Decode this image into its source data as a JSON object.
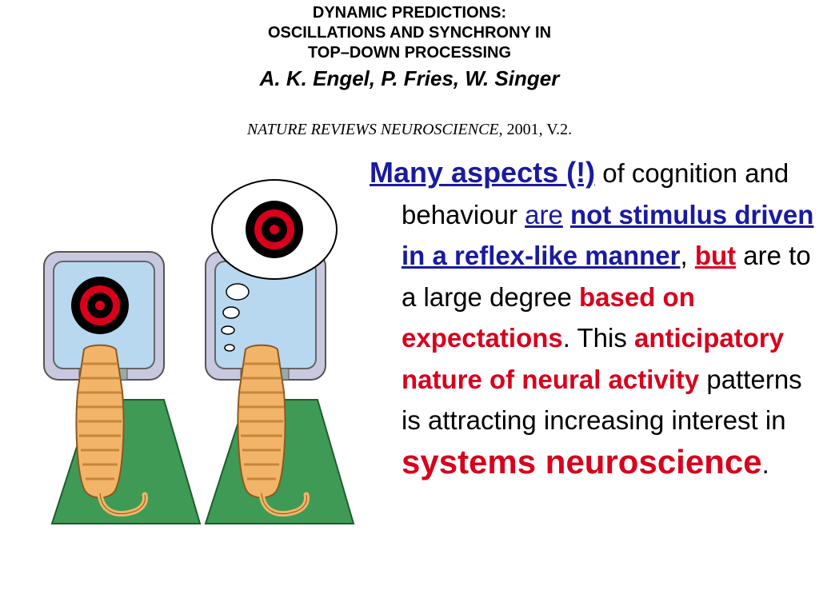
{
  "title": {
    "line1": "DYNAMIC PREDICTIONS:",
    "line2": "OSCILLATIONS AND SYNCHRONY IN",
    "line3": "TOP–DOWN PROCESSING",
    "authors": "A. K. Engel, P. Fries, W. Singer",
    "journal_name": "NATURE REVIEWS NEUROSCIENCE",
    "journal_rest": ", 2001, V.2."
  },
  "body": {
    "s1": "Many aspects (!)",
    "s2": " of cognition and behaviour ",
    "s3": "are",
    "s4": " ",
    "s5": "not stimulus driven in a reflex-like manner",
    "s6": ", ",
    "s7": "but",
    "s8": " are to a large degree ",
    "s9": "based on expectations",
    "s10": ". This ",
    "s11": "anticipatory nature of neural activity",
    "s12": " patterns is attracting increasing interest in ",
    "s13": "systems neuroscience",
    "s14": "."
  },
  "colors": {
    "blue": "#1a1aa0",
    "red": "#d8001c",
    "screen_frame": "#c8c8e0",
    "floor": "#3f9a55",
    "cat": "#f2b468"
  },
  "icons": {
    "left": "cat-watching-target-screen",
    "right": "cat-imagining-target-thought-bubble"
  }
}
